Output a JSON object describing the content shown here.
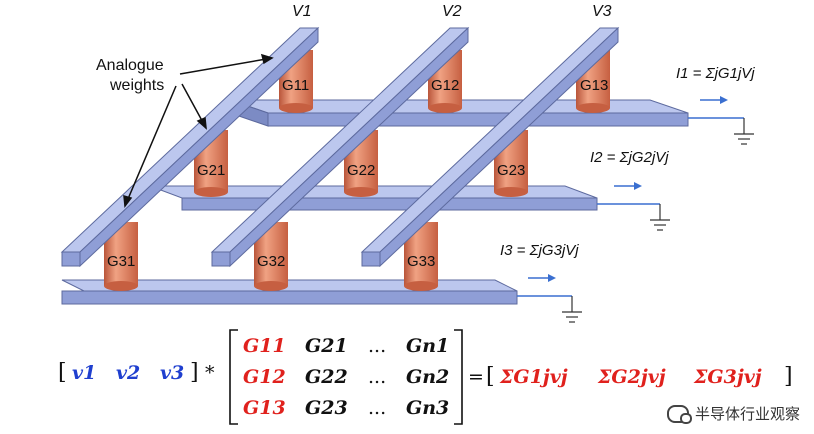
{
  "voltages": [
    "V1",
    "V2",
    "V3"
  ],
  "weights_label": [
    "Analogue",
    "weights"
  ],
  "conductances": [
    [
      "G11",
      "G12",
      "G13"
    ],
    [
      "G21",
      "G22",
      "G23"
    ],
    [
      "G31",
      "G32",
      "G33"
    ]
  ],
  "currents": [
    "I1 = ΣjG1jVj",
    "I2 = ΣjG2jVj",
    "I3 = ΣjG3jVj"
  ],
  "equation": {
    "vector": [
      "v1",
      "v2",
      "v3"
    ],
    "operator": "*",
    "matrix": [
      [
        "G11",
        "G21",
        "...",
        "Gn1"
      ],
      [
        "G12",
        "G22",
        "...",
        "Gn2"
      ],
      [
        "G13",
        "G23",
        "...",
        "Gn3"
      ]
    ],
    "equals": "=",
    "result": [
      "ΣG1jvj",
      "ΣG2jvj",
      "ΣG3jvj"
    ]
  },
  "watermark": "半导体行业观察",
  "colors": {
    "bar_fill": "#aab8e6",
    "bar_edge": "#5d6a9e",
    "cylinder": "#e07a58",
    "vector_blue": "#1f3fcf",
    "red": "#e0211d",
    "arrow_blue": "#3a6fd0"
  }
}
